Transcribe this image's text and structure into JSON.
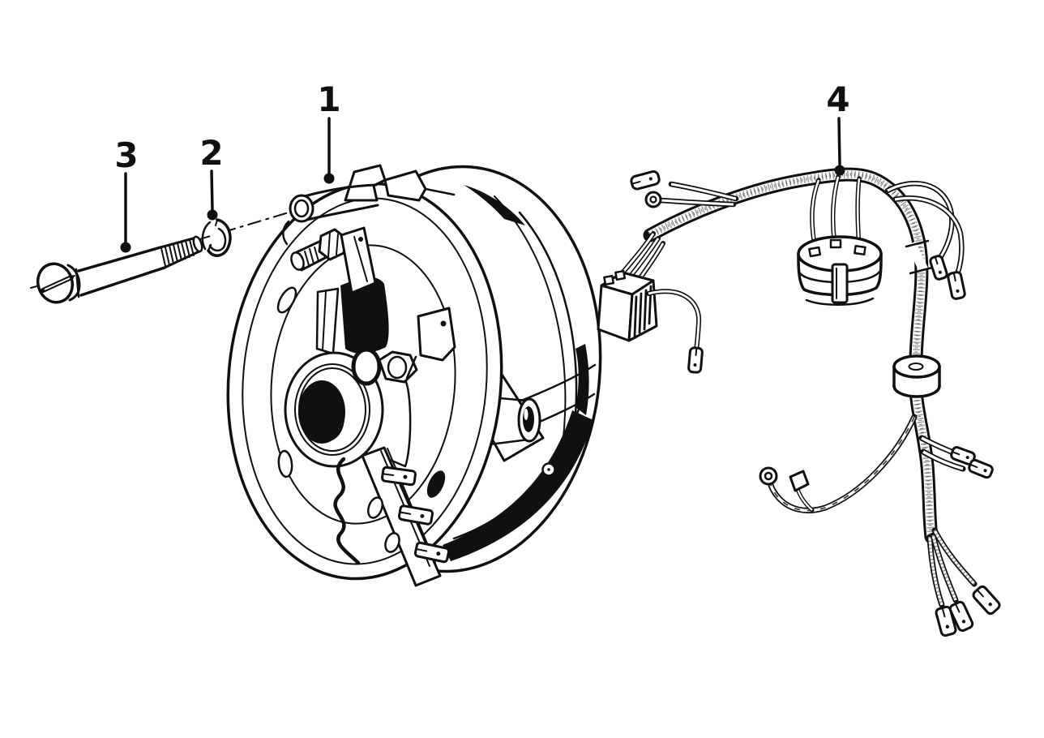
{
  "figure": {
    "type": "exploded-parts-diagram",
    "background_color": "#ffffff",
    "ink_color": "#101010",
    "callouts": [
      {
        "label": "1"
      },
      {
        "label": "2"
      },
      {
        "label": "3"
      },
      {
        "label": "4"
      }
    ]
  }
}
